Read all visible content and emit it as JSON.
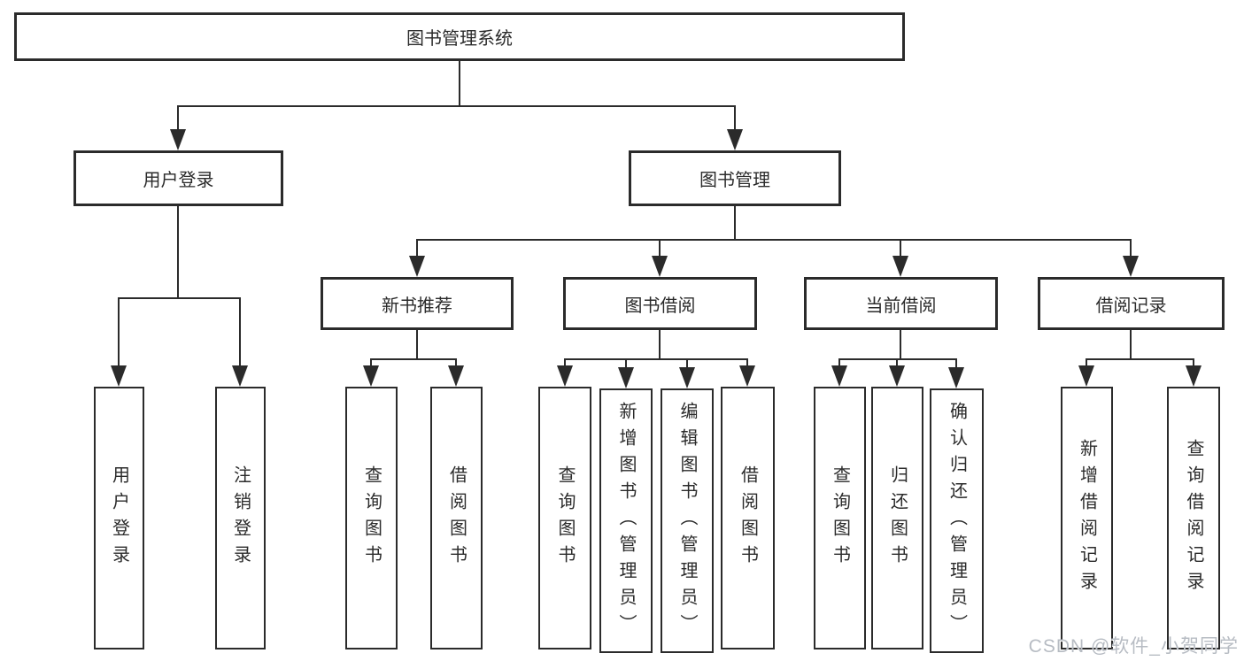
{
  "watermark": "CSDN @软件_小贺同学",
  "colors": {
    "line": "#2b2b2b",
    "text": "#2b2b2b",
    "background": "#ffffff",
    "watermark": "#b7bcc3"
  },
  "tree": {
    "root": {
      "label": "图书管理系统"
    },
    "branches": [
      {
        "label": "用户登录",
        "children": [
          {
            "label": "用户登录"
          },
          {
            "label": "注销登录"
          }
        ]
      },
      {
        "label": "图书管理",
        "children": [
          {
            "label": "新书推荐",
            "children": [
              {
                "label": "查询图书"
              },
              {
                "label": "借阅图书"
              }
            ]
          },
          {
            "label": "图书借阅",
            "children": [
              {
                "label": "查询图书"
              },
              {
                "label": "新增图书（管理员）"
              },
              {
                "label": "编辑图书（管理员）"
              },
              {
                "label": "借阅图书"
              }
            ]
          },
          {
            "label": "当前借阅",
            "children": [
              {
                "label": "查询图书"
              },
              {
                "label": "归还图书"
              },
              {
                "label": "确认归还（管理员）"
              }
            ]
          },
          {
            "label": "借阅记录",
            "children": [
              {
                "label": "新增借阅记录"
              },
              {
                "label": "查询借阅记录"
              }
            ]
          }
        ]
      }
    ]
  }
}
